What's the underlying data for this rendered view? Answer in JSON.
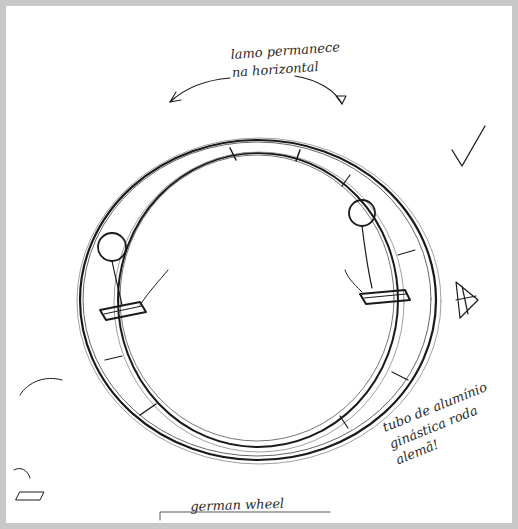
{
  "diagram": {
    "labels": [
      "lamo permanece na horizontal",
      "tubo de alumínio ginástica roda alemã!",
      "german wheel"
    ]
  }
}
